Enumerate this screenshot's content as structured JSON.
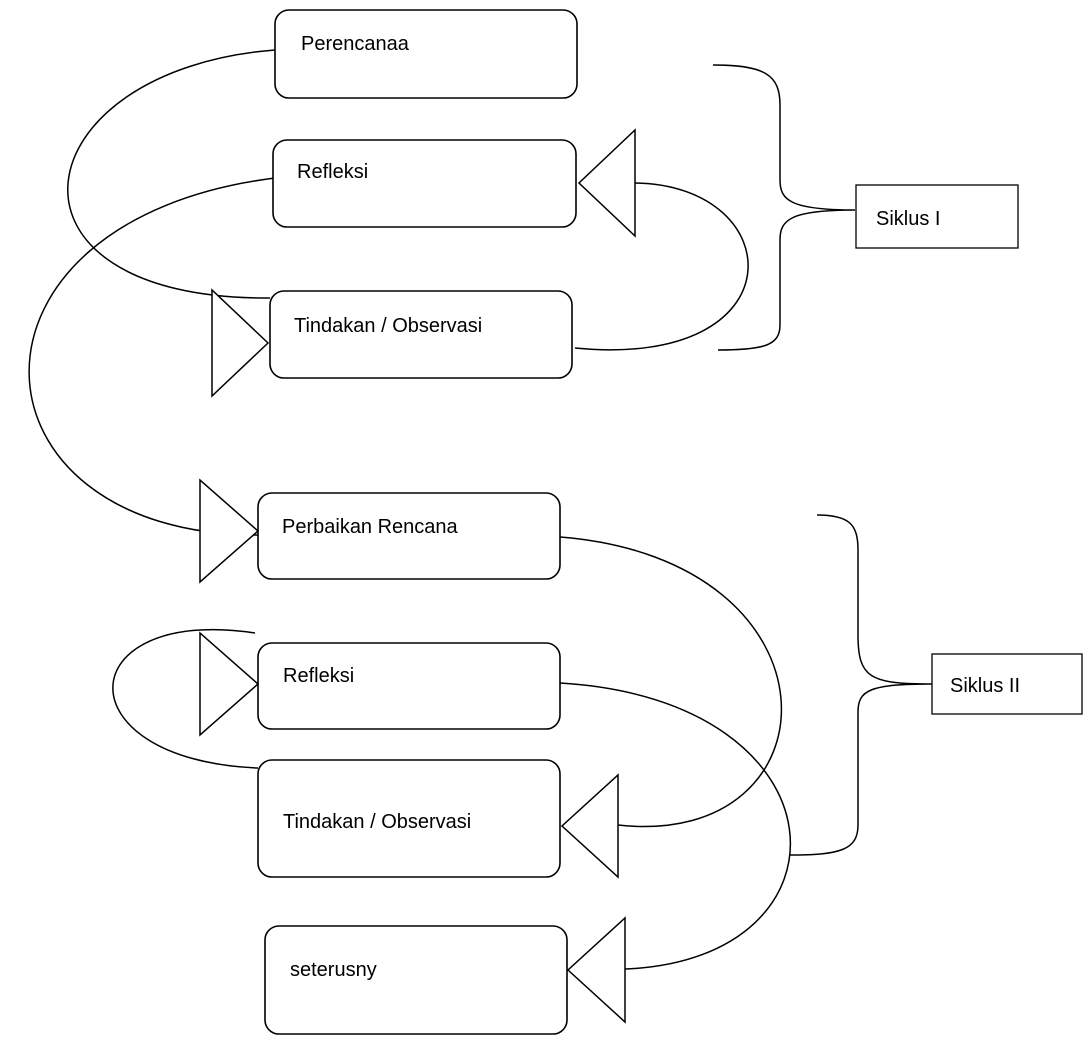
{
  "cycle1": {
    "label": "Siklus I",
    "steps": {
      "plan": "Perencanaa",
      "reflect": "Refleksi",
      "act": "Tindakan / Observasi"
    }
  },
  "cycle2": {
    "label": "Siklus II",
    "steps": {
      "plan": "Perbaikan Rencana",
      "reflect": "Refleksi",
      "act": "Tindakan / Observasi"
    }
  },
  "continue_label": "seterusny"
}
